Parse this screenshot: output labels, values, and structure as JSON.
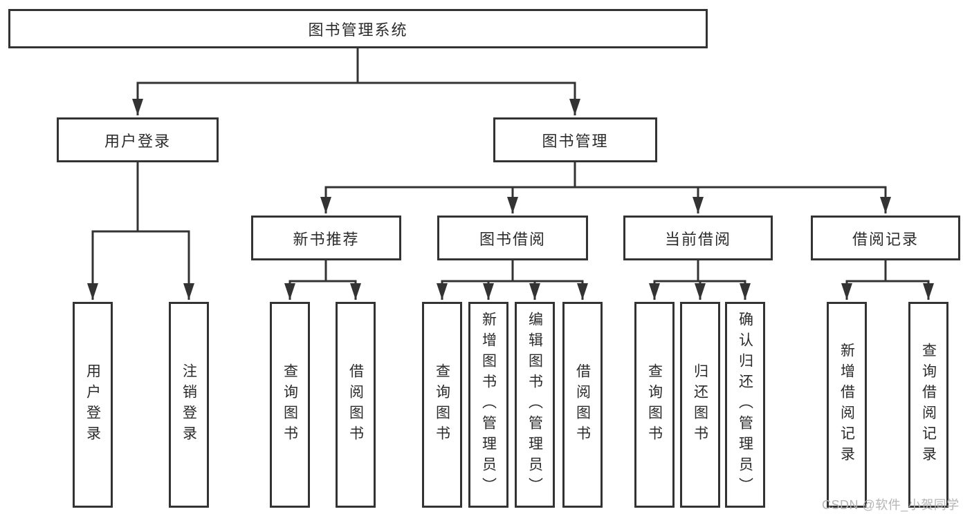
{
  "diagram": {
    "root": "图书管理系统",
    "branches": [
      {
        "label": "用户登录",
        "children": [
          "用户登录",
          "注销登录"
        ]
      },
      {
        "label": "图书管理",
        "groups": [
          {
            "label": "新书推荐",
            "children": [
              "查询图书",
              "借阅图书"
            ]
          },
          {
            "label": "图书借阅",
            "children": [
              "查询图书",
              "新增图书（管理员）",
              "编辑图书（管理员）",
              "借阅图书"
            ]
          },
          {
            "label": "当前借阅",
            "children": [
              "查询图书",
              "归还图书",
              "确认归还（管理员）"
            ]
          },
          {
            "label": "借阅记录",
            "children": [
              "新增借阅记录",
              "查询借阅记录"
            ]
          }
        ]
      }
    ]
  },
  "watermark": "CSDN @软件_小贺同学",
  "colors": {
    "line": "#333333",
    "text": "#2b2b2b",
    "watermark": "#b5b5b5",
    "background": "#ffffff"
  }
}
